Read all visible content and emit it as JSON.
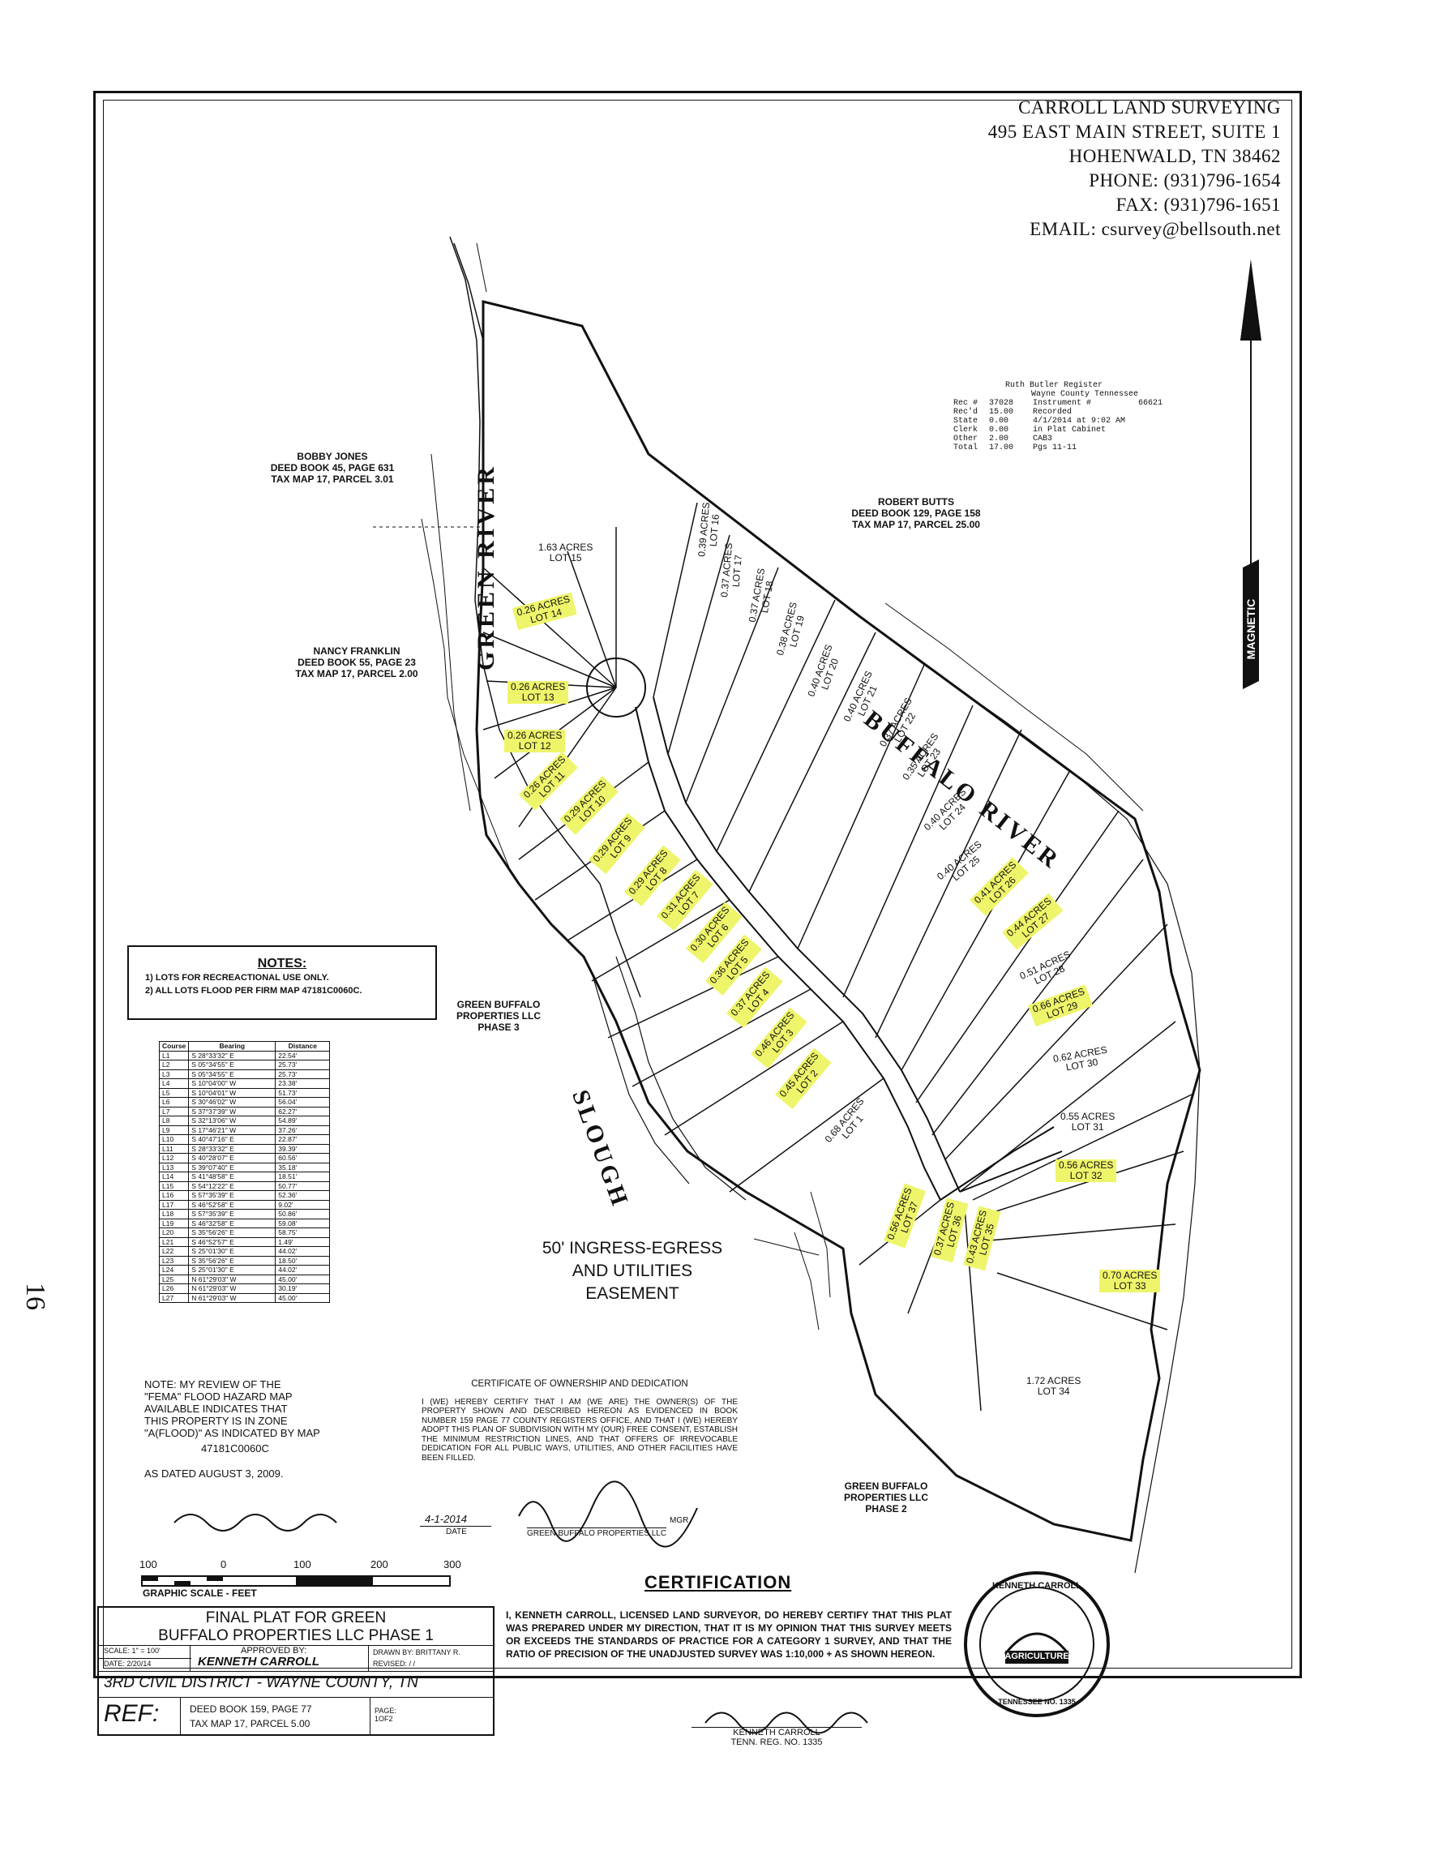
{
  "surveyor": {
    "name": "CARROLL LAND SURVEYING",
    "address": "495 EAST MAIN STREET, SUITE 1",
    "city": "HOHENWALD, TN 38462",
    "phone": "PHONE: (931)796-1654",
    "fax": "FAX: (931)796-1651",
    "email": "EMAIL: csurvey@bellsouth.net"
  },
  "north_label": "MAGNETIC",
  "register": {
    "line1": "Ruth Butler  Register",
    "line2": "Wayne County Tennessee",
    "rows": [
      [
        "Rec #",
        "37028",
        "Instrument #",
        "66621"
      ],
      [
        "Rec'd",
        "15.00",
        "Recorded",
        ""
      ],
      [
        "State",
        "0.00",
        "4/1/2014 at 9:02 AM",
        ""
      ],
      [
        "Clerk",
        "0.00",
        "in Plat Cabinet",
        ""
      ],
      [
        "Other",
        "2.00",
        "CAB3",
        ""
      ],
      [
        "Total",
        "17.00",
        "Pgs 11-11",
        ""
      ]
    ]
  },
  "owners": {
    "bobby_jones": [
      "BOBBY JONES",
      "DEED BOOK 45, PAGE 631",
      "TAX MAP 17, PARCEL 3.01"
    ],
    "robert_butts": [
      "ROBERT BUTTS",
      "DEED BOOK 129, PAGE 158",
      "TAX MAP 17, PARCEL 25.00"
    ],
    "nancy_franklin": [
      "NANCY FRANKLIN",
      "DEED BOOK 55, PAGE 23",
      "TAX MAP 17, PARCEL 2.00"
    ],
    "gbp_phase3": [
      "GREEN BUFFALO",
      "PROPERTIES LLC",
      "PHASE 3"
    ],
    "gbp_phase2": [
      "GREEN BUFFALO",
      "PROPERTIES LLC",
      "PHASE 2"
    ]
  },
  "water": {
    "green_river": "GREEN RIVER",
    "buffalo_river": "BUFFALO RIVER",
    "slough": "SLOUGH"
  },
  "easement": [
    "50' INGRESS-EGRESS",
    "AND UTILITIES",
    "EASEMENT"
  ],
  "notes": {
    "title": "NOTES:",
    "items": [
      "1) LOTS FOR RECREACTIONAL USE ONLY.",
      "2) ALL LOTS FLOOD PER FIRM MAP 47181C0060C."
    ]
  },
  "line_table": {
    "headers": [
      "Course",
      "Bearing",
      "Distance"
    ],
    "rows": [
      [
        "L1",
        "S 28°33'32\" E",
        "22.54'"
      ],
      [
        "L2",
        "S 05°34'55\" E",
        "25.73'"
      ],
      [
        "L3",
        "S 05°34'55\" E",
        "25.73'"
      ],
      [
        "L4",
        "S 10°04'00\" W",
        "23.38'"
      ],
      [
        "L5",
        "S 10°04'01\" W",
        "51.73'"
      ],
      [
        "L6",
        "S 30°46'02\" W",
        "56.04'"
      ],
      [
        "L7",
        "S 37°37'39\" W",
        "62.27'"
      ],
      [
        "L8",
        "S 32°13'06\" W",
        "54.89'"
      ],
      [
        "L9",
        "S 17°46'21\" W",
        "37.26'"
      ],
      [
        "L10",
        "S 40°47'16\" E",
        "22.87'"
      ],
      [
        "L11",
        "S 28°33'32\" E",
        "39.39'"
      ],
      [
        "L12",
        "S 40°28'07\" E",
        "60.56'"
      ],
      [
        "L13",
        "S 39°07'40\" E",
        "35.18'"
      ],
      [
        "L14",
        "S 41°48'58\" E",
        "18.51'"
      ],
      [
        "L15",
        "S 54°12'22\" E",
        "50.77'"
      ],
      [
        "L16",
        "S 57°35'39\" E",
        "52.36'"
      ],
      [
        "L17",
        "S 46°52'58\" E",
        "9.02'"
      ],
      [
        "L18",
        "S 57°35'39\" E",
        "50.86'"
      ],
      [
        "L19",
        "S 46°32'58\" E",
        "59.08'"
      ],
      [
        "L20",
        "S 35°56'26\" E",
        "58.75'"
      ],
      [
        "L21",
        "S 46°52'57\" E",
        "1.49'"
      ],
      [
        "L22",
        "S 25°01'30\" E",
        "44.02'"
      ],
      [
        "L23",
        "S 35°56'26\" E",
        "18.50'"
      ],
      [
        "L24",
        "S 25°01'30\" E",
        "44.02'"
      ],
      [
        "L25",
        "N 61°29'03\" W",
        "45.00'"
      ],
      [
        "L26",
        "N 61°29'03\" W",
        "30.19'"
      ],
      [
        "L27",
        "N 61°29'03\" W",
        "45.00'"
      ]
    ]
  },
  "fema": {
    "lines": [
      "NOTE:  MY REVIEW OF THE",
      "\"FEMA\" FLOOD HAZARD MAP",
      "AVAILABLE INDICATES THAT",
      "THIS PROPERTY IS IN ZONE",
      "\"A(FLOOD)\" AS INDICATED BY MAP"
    ],
    "map": "47181C0060C",
    "dated": "AS DATED AUGUST 3, 2009."
  },
  "ownership_cert": {
    "title": "CERTIFICATE OF OWNERSHIP AND DEDICATION",
    "body": "I (WE) HEREBY CERTIFY THAT I AM (WE ARE) THE OWNER(S) OF THE PROPERTY SHOWN AND DESCRIBED HEREON AS EVIDENCED IN BOOK NUMBER 159 PAGE 77 COUNTY REGISTERS OFFICE, AND THAT I (WE) HEREBY ADOPT THIS PLAN OF SUBDIVISION WITH MY (OUR) FREE CONSENT, ESTABLISH THE MINIMUM RESTRICTION LINES, AND THAT OFFERS OF IRREVOCABLE DEDICATION FOR ALL PUBLIC WAYS, UTILITIES, AND OTHER FACILITIES HAVE BEEN FILLED.",
    "date_value": "4-1-2014",
    "date_label": "DATE",
    "owner_label": "GREEN BUFFALO PROPERTIES LLC",
    "mgr": "MGR"
  },
  "scale": {
    "ticks": [
      "100",
      "0",
      "100",
      "200",
      "300"
    ],
    "label": "GRAPHIC SCALE - FEET"
  },
  "title_block": {
    "title1": "FINAL PLAT FOR GREEN",
    "title2": "BUFFALO PROPERTIES LLC PHASE 1",
    "scale": "SCALE: 1\" = 100'",
    "approved_label": "APPROVED BY:",
    "approved_name": "KENNETH CARROLL",
    "drawn": "DRAWN BY: BRITTANY R.",
    "date": "DATE: 2/20/14",
    "revised": "REVISED:  /  /",
    "district": "3RD CIVIL DISTRICT - WAYNE COUNTY, TN",
    "ref": "REF:",
    "deed": "DEED BOOK 159, PAGE 77",
    "tax": "TAX MAP 17, PARCEL 5.00",
    "page": "PAGE: 1OF2"
  },
  "certification": {
    "title": "CERTIFICATION",
    "body": "I, KENNETH CARROLL, LICENSED LAND SURVEYOR, DO HEREBY CERTIFY THAT THIS PLAT WAS PREPARED UNDER MY DIRECTION, THAT IT IS MY OPINION THAT THIS SURVEY MEETS OR EXCEEDS THE STANDARDS OF PRACTICE FOR A CATEGORY 1 SURVEY, AND THAT THE RATIO OF PRECISION OF THE UNADJUSTED SURVEY WAS 1:10,000 + AS SHOWN HEREON.",
    "name": "KENNETH CARROLL",
    "reg": "TENN. REG. NO. 1335"
  },
  "seal": {
    "top": "KENNETH CARROLL",
    "middle": "AGRICULTURE",
    "bottom": "TENNESSEE NO. 1335"
  },
  "page_mark": "16",
  "lots": [
    {
      "id": "lot15",
      "label": "LOT 15",
      "acres": "1.63 ACRES",
      "hl": false
    },
    {
      "id": "lot14",
      "label": "LOT 14",
      "acres": "0.26 ACRES",
      "hl": true
    },
    {
      "id": "lot13",
      "label": "LOT 13",
      "acres": "0.26 ACRES",
      "hl": true
    },
    {
      "id": "lot12",
      "label": "LOT 12",
      "acres": "0.26 ACRES",
      "hl": true
    },
    {
      "id": "lot11",
      "label": "LOT 11",
      "acres": "0.26 ACRES",
      "hl": true
    },
    {
      "id": "lot10",
      "label": "LOT 10",
      "acres": "0.29 ACRES",
      "hl": true
    },
    {
      "id": "lot9",
      "label": "LOT 9",
      "acres": "0.29 ACRES",
      "hl": true
    },
    {
      "id": "lot8",
      "label": "LOT 8",
      "acres": "0.29 ACRES",
      "hl": true
    },
    {
      "id": "lot7",
      "label": "LOT 7",
      "acres": "0.31 ACRES",
      "hl": true
    },
    {
      "id": "lot6",
      "label": "LOT 6",
      "acres": "0.30 ACRES",
      "hl": true
    },
    {
      "id": "lot5",
      "label": "LOT 5",
      "acres": "0.36 ACRES",
      "hl": true
    },
    {
      "id": "lot4",
      "label": "LOT 4",
      "acres": "0.37 ACRES",
      "hl": true
    },
    {
      "id": "lot3",
      "label": "LOT 3",
      "acres": "0.46 ACRES",
      "hl": true
    },
    {
      "id": "lot2",
      "label": "LOT 2",
      "acres": "0.45 ACRES",
      "hl": true
    },
    {
      "id": "lot1",
      "label": "LOT 1",
      "acres": "0.68 ACRES",
      "hl": false
    },
    {
      "id": "lot16",
      "label": "LOT 16",
      "acres": "0.39 ACRES",
      "hl": false
    },
    {
      "id": "lot17",
      "label": "LOT 17",
      "acres": "0.37 ACRES",
      "hl": false
    },
    {
      "id": "lot18",
      "label": "LOT 18",
      "acres": "0.37 ACRES",
      "hl": false
    },
    {
      "id": "lot19",
      "label": "LOT 19",
      "acres": "0.38 ACRES",
      "hl": false
    },
    {
      "id": "lot20",
      "label": "LOT 20",
      "acres": "0.40 ACRES",
      "hl": false
    },
    {
      "id": "lot21",
      "label": "LOT 21",
      "acres": "0.40 ACRES",
      "hl": false
    },
    {
      "id": "lot22",
      "label": "LOT 22",
      "acres": "0.37 ACRES",
      "hl": false
    },
    {
      "id": "lot23",
      "label": "LOT 23",
      "acres": "0.35 ACRES",
      "hl": false
    },
    {
      "id": "lot24",
      "label": "LOT 24",
      "acres": "0.40 ACRES",
      "hl": false
    },
    {
      "id": "lot25",
      "label": "LOT 25",
      "acres": "0.40 ACRES",
      "hl": false
    },
    {
      "id": "lot26",
      "label": "LOT 26",
      "acres": "0.41 ACRES",
      "hl": true
    },
    {
      "id": "lot27",
      "label": "LOT 27",
      "acres": "0.44 ACRES",
      "hl": true
    },
    {
      "id": "lot28",
      "label": "LOT 28",
      "acres": "0.51 ACRES",
      "hl": false
    },
    {
      "id": "lot29",
      "label": "LOT 29",
      "acres": "0.66 ACRES",
      "hl": true
    },
    {
      "id": "lot30",
      "label": "LOT 30",
      "acres": "0.62 ACRES",
      "hl": false
    },
    {
      "id": "lot31",
      "label": "LOT 31",
      "acres": "0.55 ACRES",
      "hl": false
    },
    {
      "id": "lot32",
      "label": "LOT 32",
      "acres": "0.56 ACRES",
      "hl": true
    },
    {
      "id": "lot33",
      "label": "LOT 33",
      "acres": "0.70 ACRES",
      "hl": true
    },
    {
      "id": "lot34",
      "label": "LOT 34",
      "acres": "1.72 ACRES",
      "hl": false
    },
    {
      "id": "lot35",
      "label": "LOT 35",
      "acres": "0.43 ACRES",
      "hl": true
    },
    {
      "id": "lot36",
      "label": "LOT 36",
      "acres": "0.37 ACRES",
      "hl": true
    },
    {
      "id": "lot37",
      "label": "LOT 37",
      "acres": "0.56 ACRES",
      "hl": true
    }
  ],
  "colors": {
    "ink": "#111111",
    "highlight": "#eef56a",
    "paper": "#ffffff"
  }
}
